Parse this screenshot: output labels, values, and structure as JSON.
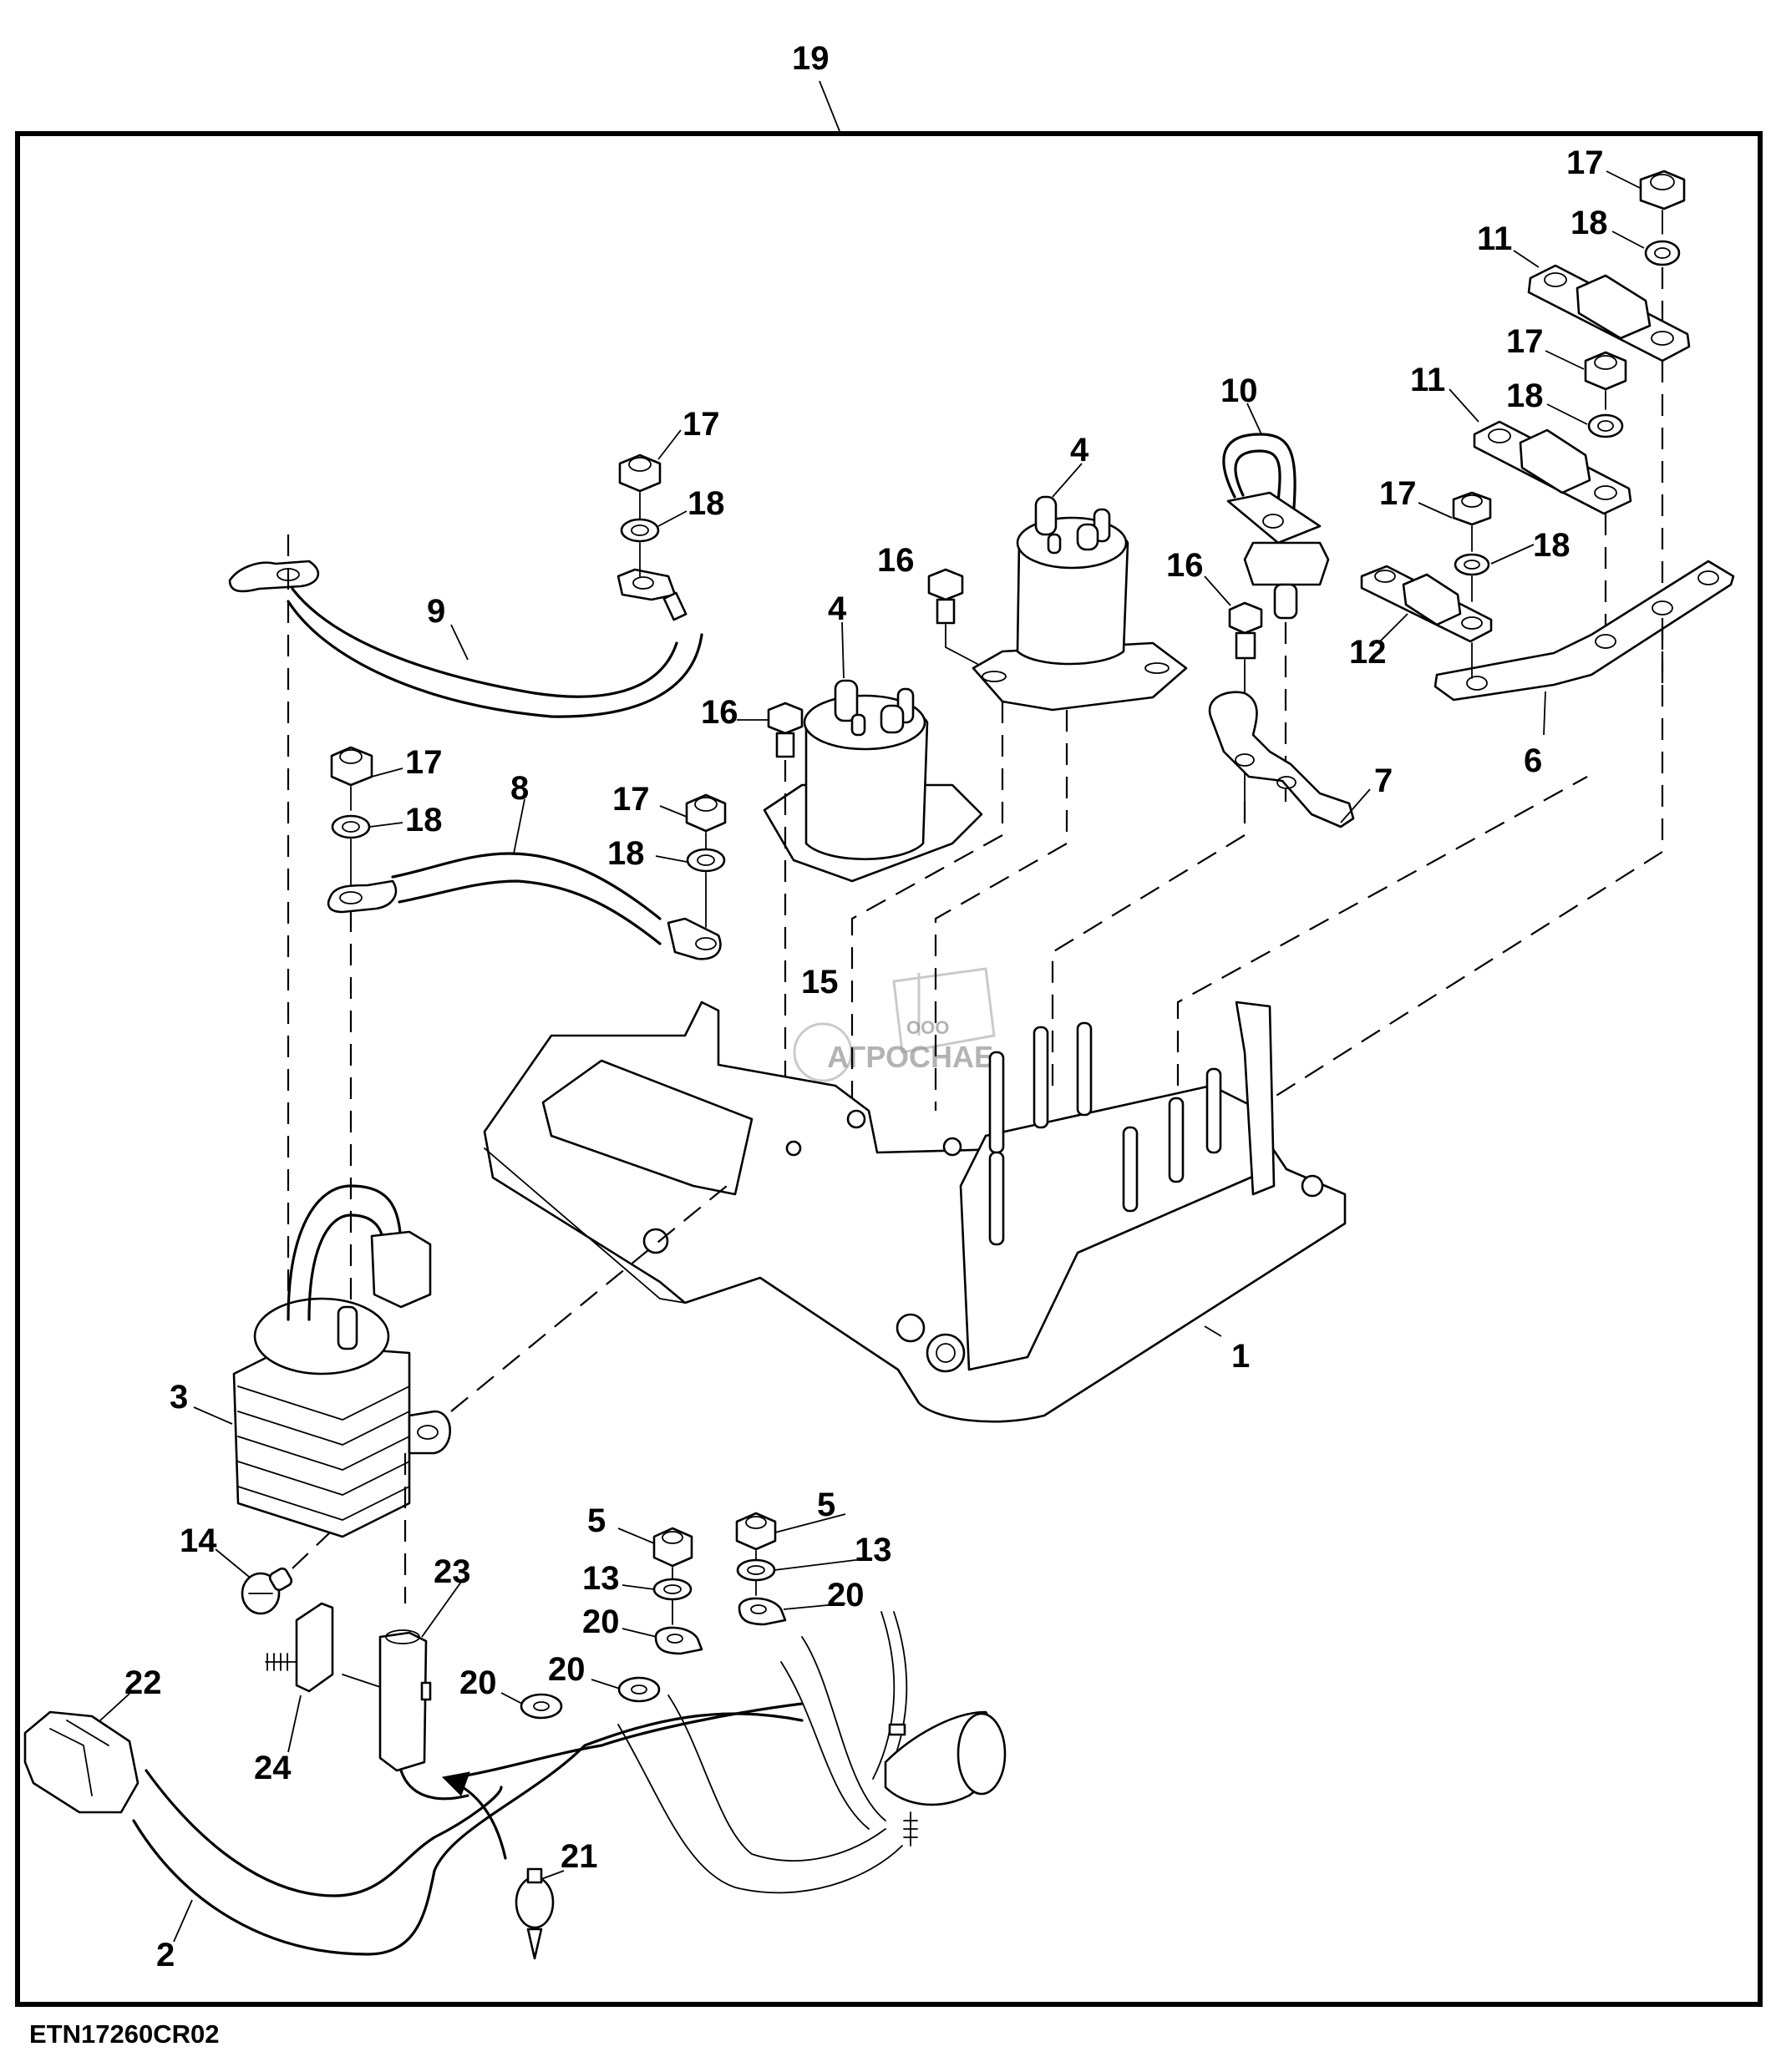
{
  "figure": {
    "id": "ETN17260CR02",
    "assembly_callout": "19",
    "watermark": {
      "prefix": "ООО",
      "name": "АГРОСНАБ"
    }
  },
  "callouts": [
    {
      "id": "c19",
      "label": "19",
      "part": "assembly"
    },
    {
      "id": "c17a",
      "label": "17",
      "part": "nut"
    },
    {
      "id": "c18a",
      "label": "18",
      "part": "washer"
    },
    {
      "id": "c11a",
      "label": "11",
      "part": "fuse-link"
    },
    {
      "id": "c17b",
      "label": "17",
      "part": "nut"
    },
    {
      "id": "c11b",
      "label": "11",
      "part": "fuse-link"
    },
    {
      "id": "c18b",
      "label": "18",
      "part": "washer"
    },
    {
      "id": "c10",
      "label": "10",
      "part": "sensor-with-loop"
    },
    {
      "id": "c4a",
      "label": "4",
      "part": "solenoid"
    },
    {
      "id": "c17c",
      "label": "17",
      "part": "nut"
    },
    {
      "id": "c18c",
      "label": "18",
      "part": "washer"
    },
    {
      "id": "c16a",
      "label": "16",
      "part": "bolt"
    },
    {
      "id": "c16b",
      "label": "16",
      "part": "bolt"
    },
    {
      "id": "c4b",
      "label": "4",
      "part": "solenoid"
    },
    {
      "id": "c12",
      "label": "12",
      "part": "fuse-link"
    },
    {
      "id": "c9",
      "label": "9",
      "part": "cable"
    },
    {
      "id": "c17d",
      "label": "17",
      "part": "nut"
    },
    {
      "id": "c18d",
      "label": "18",
      "part": "washer"
    },
    {
      "id": "c16c",
      "label": "16",
      "part": "bolt"
    },
    {
      "id": "c7",
      "label": "7",
      "part": "bracket"
    },
    {
      "id": "c6",
      "label": "6",
      "part": "bus-bar"
    },
    {
      "id": "c17e",
      "label": "17",
      "part": "nut"
    },
    {
      "id": "c18e",
      "label": "18",
      "part": "washer"
    },
    {
      "id": "c8",
      "label": "8",
      "part": "cable"
    },
    {
      "id": "c17f",
      "label": "17",
      "part": "nut"
    },
    {
      "id": "c18f",
      "label": "18",
      "part": "washer"
    },
    {
      "id": "c15",
      "label": "15",
      "part": "hidden"
    },
    {
      "id": "c1",
      "label": "1",
      "part": "base-plate"
    },
    {
      "id": "c3",
      "label": "3",
      "part": "relay"
    },
    {
      "id": "c14",
      "label": "14",
      "part": "screw"
    },
    {
      "id": "c5a",
      "label": "5",
      "part": "nut"
    },
    {
      "id": "c5b",
      "label": "5",
      "part": "nut"
    },
    {
      "id": "c13a",
      "label": "13",
      "part": "washer"
    },
    {
      "id": "c13b",
      "label": "13",
      "part": "washer"
    },
    {
      "id": "c20a",
      "label": "20",
      "part": "ring-terminal"
    },
    {
      "id": "c20b",
      "label": "20",
      "part": "ring-terminal"
    },
    {
      "id": "c23",
      "label": "23",
      "part": "connector"
    },
    {
      "id": "c20c",
      "label": "20",
      "part": "ring-terminal"
    },
    {
      "id": "c20d",
      "label": "20",
      "part": "ring-terminal"
    },
    {
      "id": "c22",
      "label": "22",
      "part": "connector"
    },
    {
      "id": "c24",
      "label": "24",
      "part": "connector-lock"
    },
    {
      "id": "c21",
      "label": "21",
      "part": "clip"
    },
    {
      "id": "c2",
      "label": "2",
      "part": "wiring-harness"
    }
  ]
}
